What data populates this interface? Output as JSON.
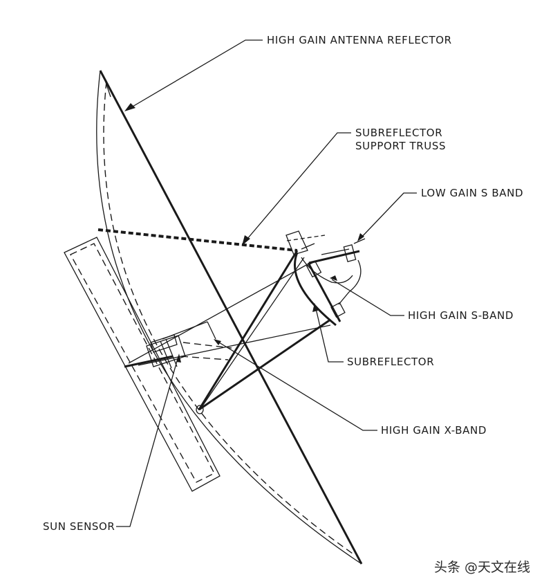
{
  "labels": {
    "high_gain_reflector": "HIGH GAIN ANTENNA REFLECTOR",
    "subreflector_truss_line1": "SUBREFLECTOR",
    "subreflector_truss_line2": "SUPPORT TRUSS",
    "low_gain_s_band": "LOW GAIN S BAND",
    "high_gain_s_band": "HIGH GAIN S-BAND",
    "subreflector": "SUBREFLECTOR",
    "high_gain_x_band": "HIGH GAIN X-BAND",
    "sun_sensor": "SUN SENSOR"
  },
  "watermark": "头条 @天文在线"
}
